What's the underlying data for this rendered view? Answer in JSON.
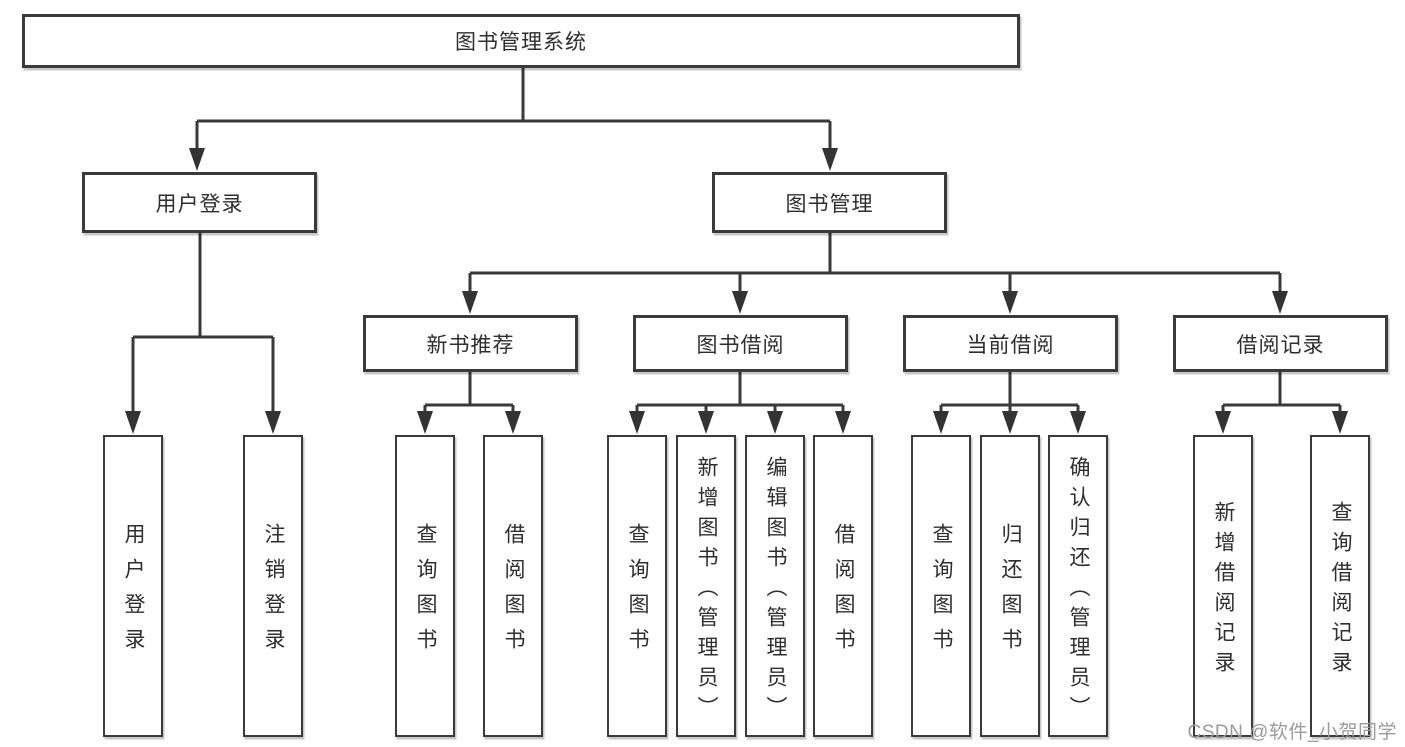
{
  "tree": {
    "label": "图书管理系统",
    "children": [
      {
        "label": "用户登录",
        "children": [
          {
            "label": "用户登录"
          },
          {
            "label": "注销登录"
          }
        ]
      },
      {
        "label": "图书管理",
        "children": [
          {
            "label": "新书推荐",
            "children": [
              {
                "label": "查询图书"
              },
              {
                "label": "借阅图书"
              }
            ]
          },
          {
            "label": "图书借阅",
            "children": [
              {
                "label": "查询图书"
              },
              {
                "label": "新增图书（管理员）"
              },
              {
                "label": "编辑图书（管理员）"
              },
              {
                "label": "借阅图书"
              }
            ]
          },
          {
            "label": "当前借阅",
            "children": [
              {
                "label": "查询图书"
              },
              {
                "label": "归还图书"
              },
              {
                "label": "确认归还（管理员）"
              }
            ]
          },
          {
            "label": "借阅记录",
            "children": [
              {
                "label": "新增借阅记录"
              },
              {
                "label": "查询借阅记录"
              }
            ]
          }
        ]
      }
    ]
  },
  "watermark": "CSDN @软件_小贺同学",
  "colors": {
    "line": "#3a3a3a",
    "arrow": "#333333",
    "box_border": "#3a3a3a",
    "text": "#2e2e2e",
    "watermark": "#9b9b9b",
    "background": "#ffffff"
  }
}
